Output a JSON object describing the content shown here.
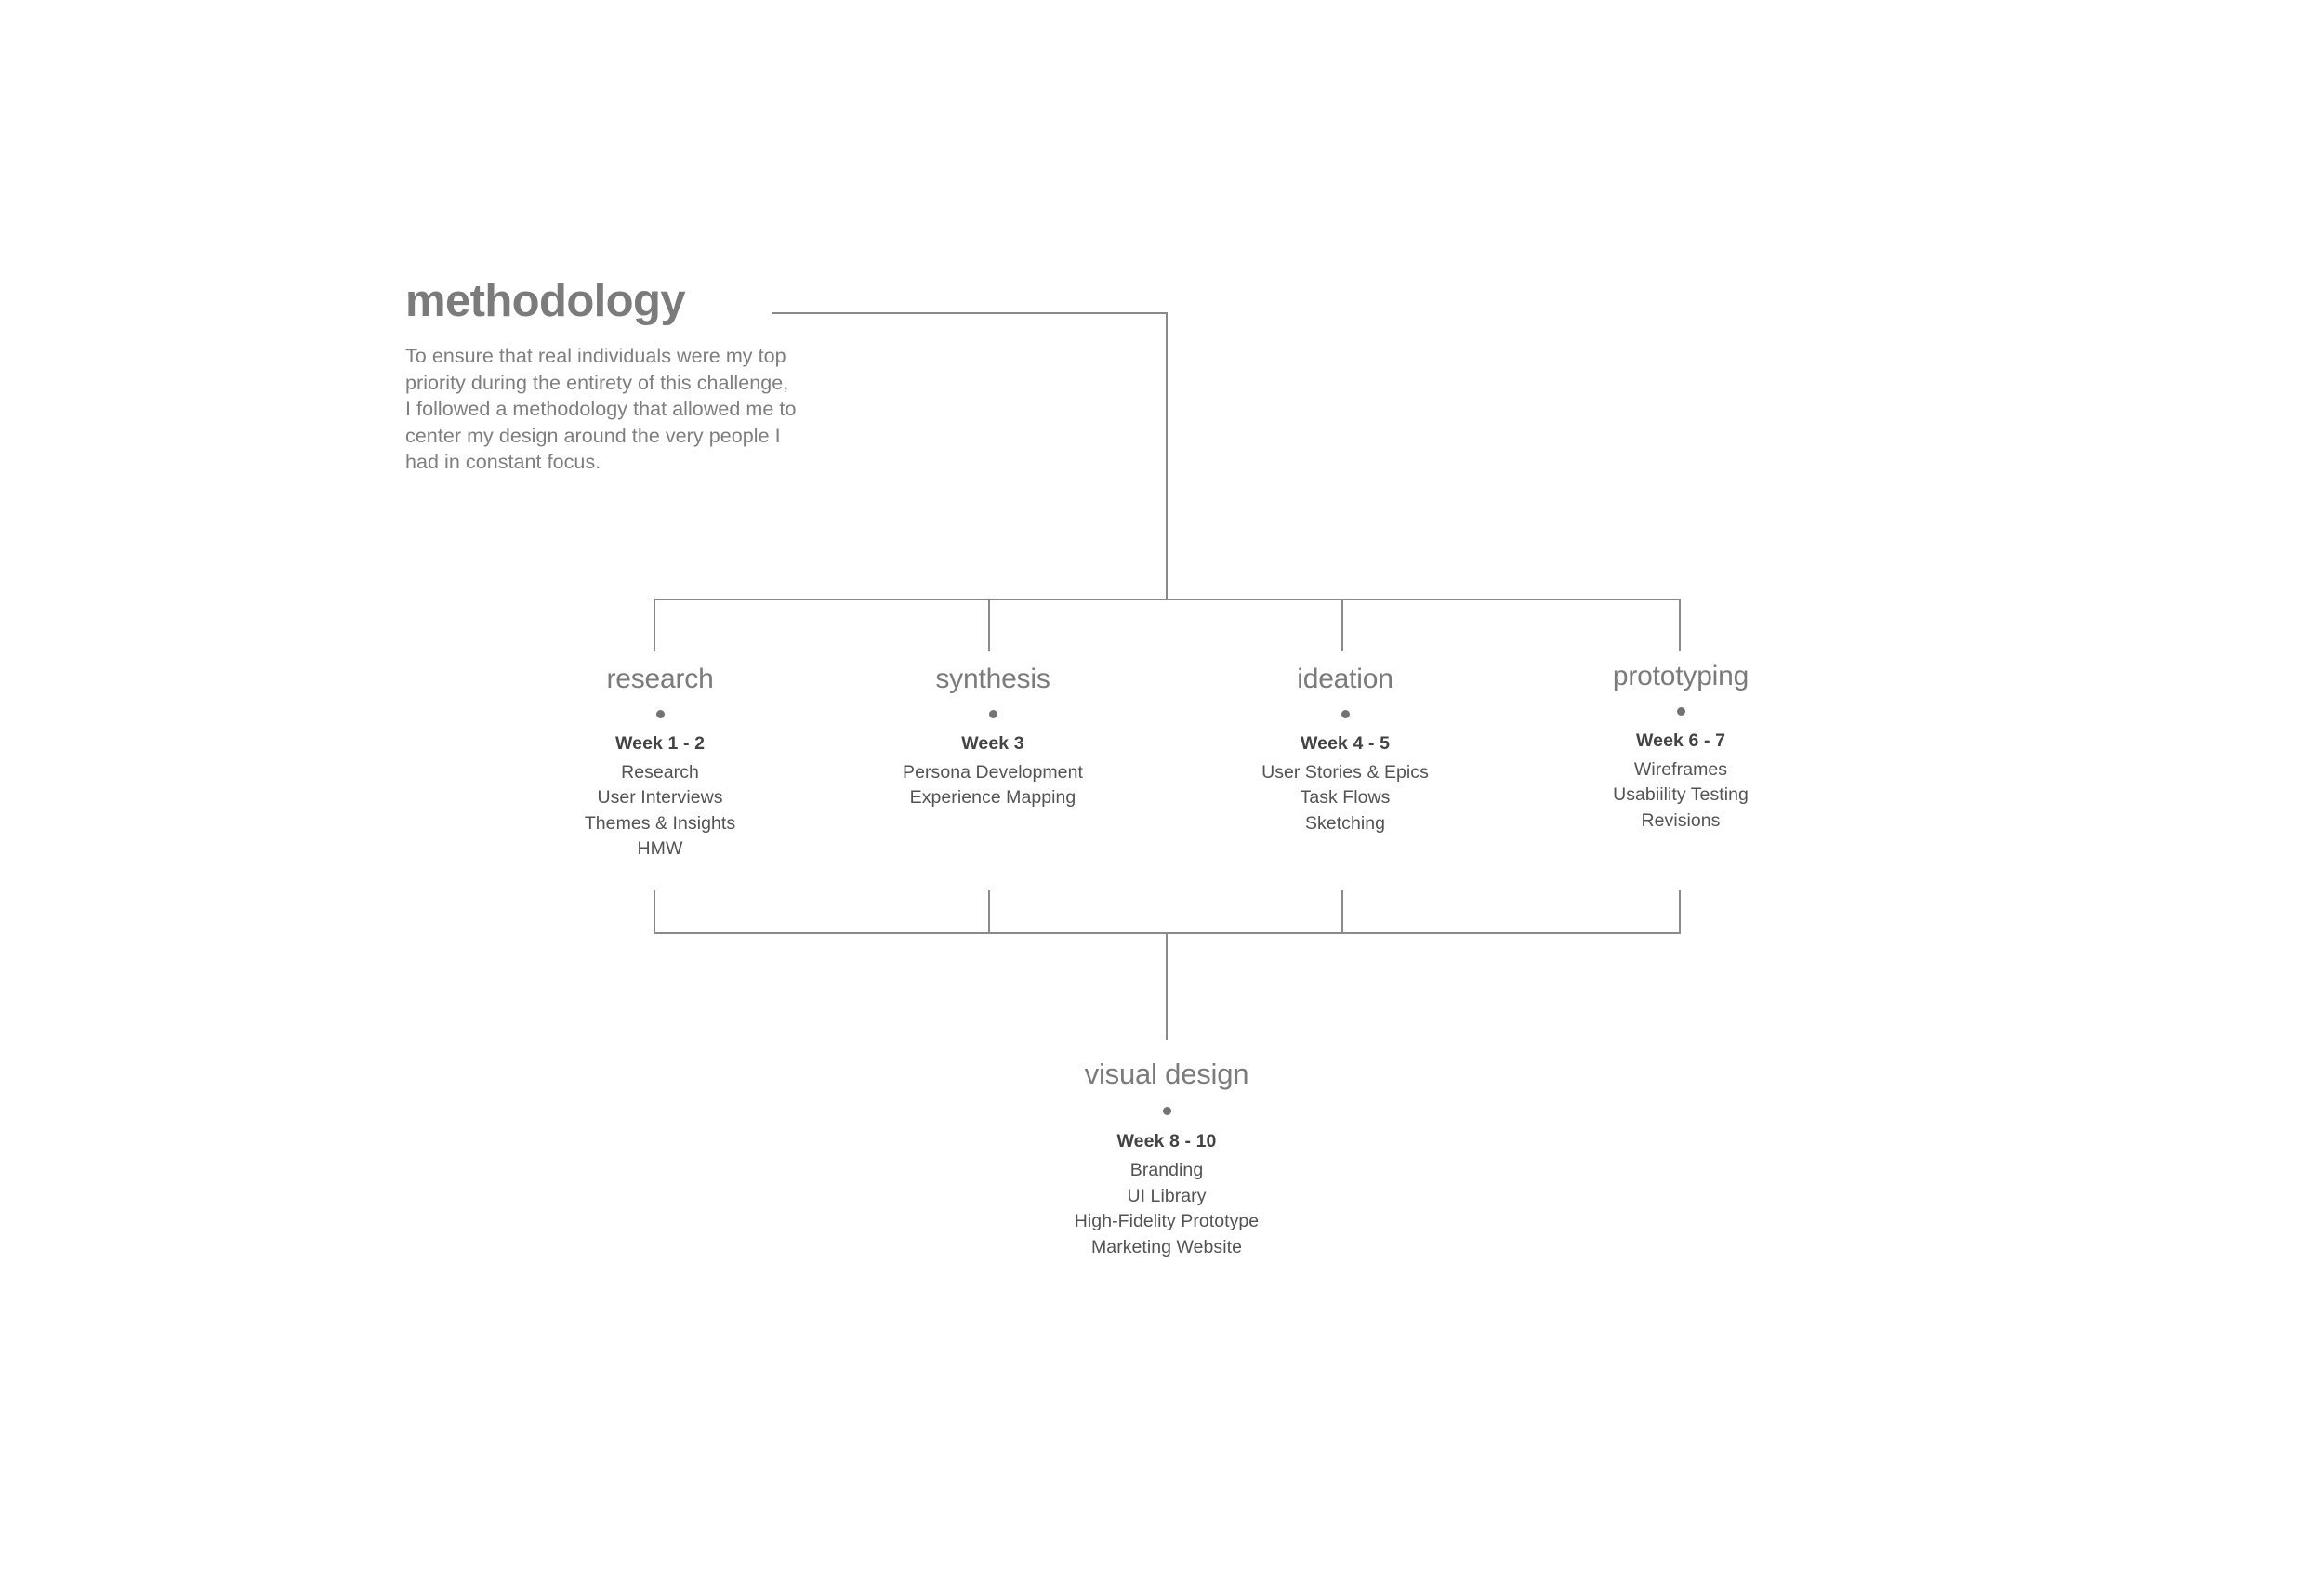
{
  "intro": {
    "title": "methodology",
    "body": "To ensure that real individuals were my top\npriority during the entirety of this challenge,\nI followed a methodology that allowed me to\ncenter my design around the very people I\nhad in constant focus."
  },
  "colors": {
    "title_gray": "#7b7b7b",
    "body_gray": "#7e7e7e",
    "line_gray": "#8a8a8a",
    "week_gray": "#434343",
    "item_gray": "#535353",
    "dot_gray": "#737373",
    "background": "#ffffff"
  },
  "diagram": {
    "type": "tree",
    "root": "methodology",
    "branches": [
      "research",
      "synthesis",
      "ideation",
      "prototyping"
    ],
    "leaf": "visual design"
  },
  "phases": [
    {
      "id": "research",
      "title": "research",
      "week": "Week 1 - 2",
      "items": [
        "Research",
        "User Interviews",
        "Themes & Insights",
        "HMW"
      ]
    },
    {
      "id": "synthesis",
      "title": "synthesis",
      "week": "Week 3",
      "items": [
        "Persona Development",
        "Experience Mapping"
      ]
    },
    {
      "id": "ideation",
      "title": "ideation",
      "week": "Week 4 - 5",
      "items": [
        "User Stories & Epics",
        "Task Flows",
        "Sketching"
      ]
    },
    {
      "id": "prototyping",
      "title": "prototyping",
      "week": "Week 6 - 7",
      "items": [
        "Wireframes",
        "Usabiility Testing",
        "Revisions"
      ]
    }
  ],
  "final_phase": {
    "id": "visual-design",
    "title": "visual design",
    "week": "Week 8 - 10",
    "items": [
      "Branding",
      "UI Library",
      "High-Fidelity Prototype",
      "Marketing Website"
    ]
  }
}
